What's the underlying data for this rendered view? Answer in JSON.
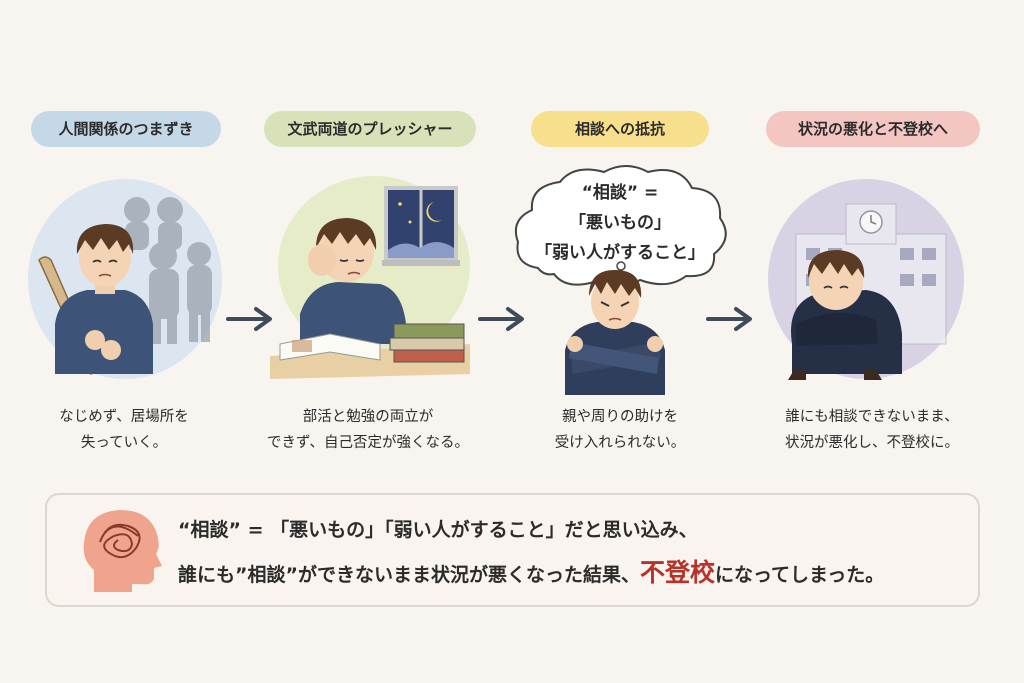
{
  "steps": [
    {
      "title": "人間関係のつまずき",
      "color": "#c5d8e8",
      "caption": [
        "なじめず、居場所を",
        "失っていく。"
      ]
    },
    {
      "title": "文武両道のプレッシャー",
      "color": "#d8e2b8",
      "caption": [
        "部活と勉強の両立が",
        "できず、自己否定が強くなる。"
      ]
    },
    {
      "title": "相談への抵抗",
      "color": "#f7df8e",
      "caption": [
        "親や周りの助けを",
        "受け入れられない。"
      ]
    },
    {
      "title": "状況の悪化と不登校へ",
      "color": "#f4c6c2",
      "caption": [
        "誰にも相談できないまま、",
        "状況が悪化し、不登校に。"
      ]
    }
  ],
  "thought": [
    "“相談” =",
    "「悪いもの」",
    "「弱い人がすること」"
  ],
  "summary": {
    "line1": "“相談” = 「悪いもの」「弱い人がすること」だと思い込み、",
    "line2_before": "誰にも”相談”ができないまま状況が悪くなった結果、",
    "line2_highlight": "不登校",
    "line2_after": "になってしまった。"
  },
  "colors": {
    "accent": "#b8322a",
    "arrow": "#3f4a5a",
    "background": "#f8f5f0"
  },
  "icons": [
    "baseball-bat-icon",
    "moon-icon",
    "school-building-icon",
    "clock-icon",
    "tangled-thoughts-head-icon"
  ]
}
